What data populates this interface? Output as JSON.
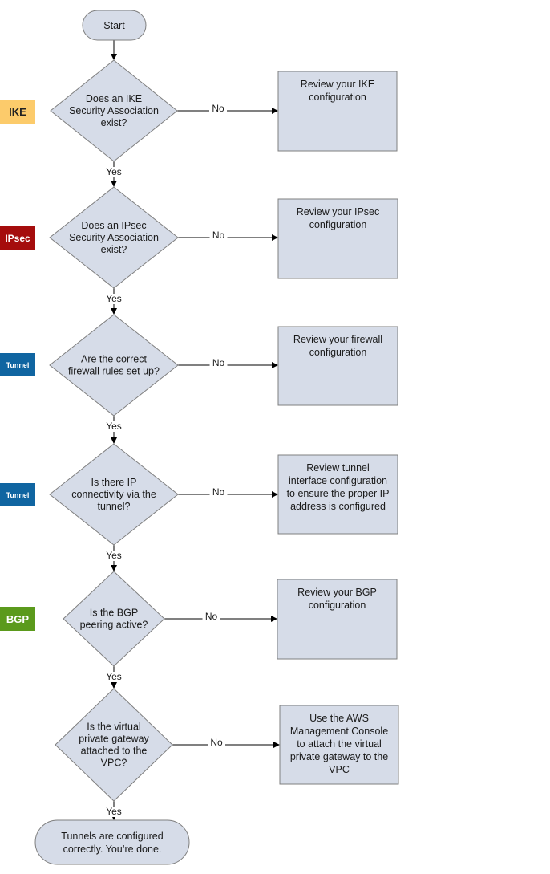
{
  "start": "Start",
  "end": [
    "Tunnels are configured",
    "correctly. You’re done."
  ],
  "tags": {
    "ike": "IKE",
    "ipsec": "IPsec",
    "tunnel1": "Tunnel",
    "tunnel2": "Tunnel",
    "bgp": "BGP"
  },
  "colors": {
    "ike": "#fccb6b",
    "ipsec": "#a50d0d",
    "tunnel": "#1065a1",
    "bgp": "#5b9a1c",
    "shape_fill": "#d6dce8",
    "shape_stroke": "#7f7f7f"
  },
  "yes_label": "Yes",
  "no_label": "No",
  "decisions": [
    {
      "question": [
        "Does an IKE",
        "Security Association",
        "exist?"
      ],
      "action": [
        "Review your IKE",
        "configuration"
      ]
    },
    {
      "question": [
        "Does an IPsec",
        "Security Association",
        "exist?"
      ],
      "action": [
        "Review your IPsec",
        "configuration"
      ]
    },
    {
      "question": [
        "Are the correct",
        "firewall rules set up?"
      ],
      "action": [
        "Review your firewall",
        "configuration"
      ]
    },
    {
      "question": [
        "Is there IP",
        "connectivity via the",
        "tunnel?"
      ],
      "action": [
        "Review tunnel",
        "interface configuration",
        "to ensure the proper IP",
        "address is configured"
      ]
    },
    {
      "question": [
        "Is the BGP",
        "peering active?"
      ],
      "action": [
        "Review your BGP",
        "configuration"
      ]
    },
    {
      "question": [
        "Is the virtual",
        "private gateway",
        "attached to the",
        "VPC?"
      ],
      "action": [
        "Use the AWS",
        "Management Console",
        "to attach the virtual",
        "private gateway to the",
        "VPC"
      ]
    }
  ]
}
